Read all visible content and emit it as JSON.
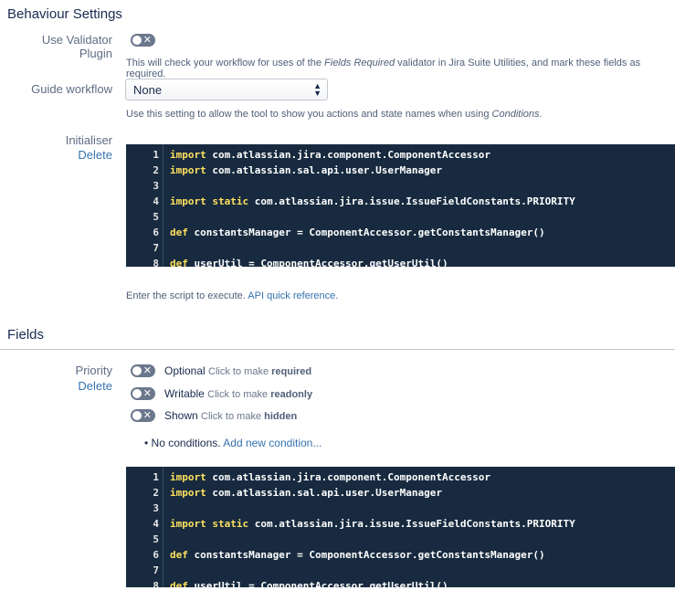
{
  "behaviour": {
    "heading": "Behaviour Settings",
    "validator_label": "Use Validator Plugin",
    "validator_desc_pre": "This will check your workflow for uses of the ",
    "validator_desc_em": "Fields Required",
    "validator_desc_post": " validator in Jira Suite Utilities, and mark these fields as required.",
    "guide_label": "Guide workflow",
    "guide_value": "None",
    "guide_desc_pre": "Use this setting to allow the tool to show you actions and state names when using ",
    "guide_desc_em": "Conditions",
    "guide_desc_post": ".",
    "initialiser_label": "Initialiser",
    "initialiser_delete": "Delete",
    "script_hint": "Enter the script to execute. ",
    "api_link": "API quick reference."
  },
  "code_lines": [
    {
      "n": "1",
      "kw": "import",
      "rest": " com.atlassian.jira.component.ComponentAccessor"
    },
    {
      "n": "2",
      "kw": "import",
      "rest": " com.atlassian.sal.api.user.UserManager"
    },
    {
      "n": "3",
      "kw": "",
      "rest": ""
    },
    {
      "n": "4",
      "kw": "import static",
      "rest": " com.atlassian.jira.issue.IssueFieldConstants.PRIORITY"
    },
    {
      "n": "5",
      "kw": "",
      "rest": ""
    },
    {
      "n": "6",
      "kw": "def",
      "rest": " constantsManager = ComponentAccessor.getConstantsManager()"
    },
    {
      "n": "7",
      "kw": "",
      "rest": ""
    },
    {
      "n": "8",
      "kw": "def",
      "rest": " userUtil = ComponentAccessor.getUserUtil()"
    }
  ],
  "fields": {
    "heading": "Fields",
    "field_label": "Priority",
    "field_delete": "Delete",
    "options": [
      {
        "label": "Optional",
        "hint": "Click to make ",
        "hint_bold": "required"
      },
      {
        "label": "Writable",
        "hint": "Click to make ",
        "hint_bold": "readonly"
      },
      {
        "label": "Shown",
        "hint": "Click to make ",
        "hint_bold": "hidden"
      }
    ],
    "conditions_text": "No conditions. ",
    "add_condition": "Add new condition..."
  },
  "colors": {
    "editor_bg": "#172a3f",
    "keyword": "#ffe15d",
    "link": "#3572b0",
    "toggle_off": "#6b778c"
  }
}
